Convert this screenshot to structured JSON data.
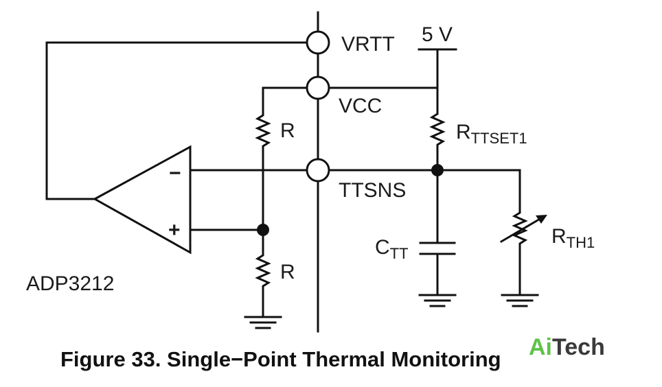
{
  "pins": {
    "vrtt": "VRTT",
    "vcc": "VCC",
    "ttsns": "TTSNS"
  },
  "supply": {
    "label": "5 V"
  },
  "resistors": {
    "divider_top": "R",
    "divider_bottom": "R",
    "rttset_main": "R",
    "rttset_sub": "TTSET1",
    "rth_main": "R",
    "rth_sub": "TH1"
  },
  "capacitor": {
    "main": "C",
    "sub": "TT"
  },
  "opamp": {
    "minus": "−",
    "plus": "+"
  },
  "chip": {
    "name": "ADP3212"
  },
  "caption": "Figure 33. Single−Point Thermal Monitoring",
  "watermark": {
    "part1": "Ai",
    "part2": "Tech"
  },
  "colors": {
    "ink": "#111111",
    "watermark_green": "#5fc24a",
    "watermark_gray": "#3a3a3a"
  }
}
